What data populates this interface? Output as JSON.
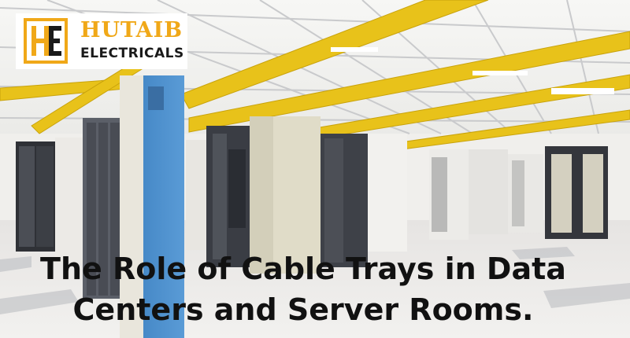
{
  "logo": {
    "line1": "HUTAIB",
    "line2": "ELECTRICALS",
    "mark_letters": "HE",
    "colors": {
      "accent": "#f0a818",
      "dark": "#1a1a1a"
    }
  },
  "headline": {
    "line1": "The Role of Cable Trays in Data",
    "line2": "Centers and Server Rooms."
  },
  "scene": {
    "description_icons": [
      "cable-tray",
      "server-rack"
    ],
    "colors": {
      "tray_yellow": "#e8c21a",
      "rack_blue": "#4a8fc8",
      "rack_dark": "#3a3d44",
      "rack_beige": "#e0dcc8",
      "floor": "#ece9e6",
      "ceiling": "#f4f4f2"
    }
  }
}
